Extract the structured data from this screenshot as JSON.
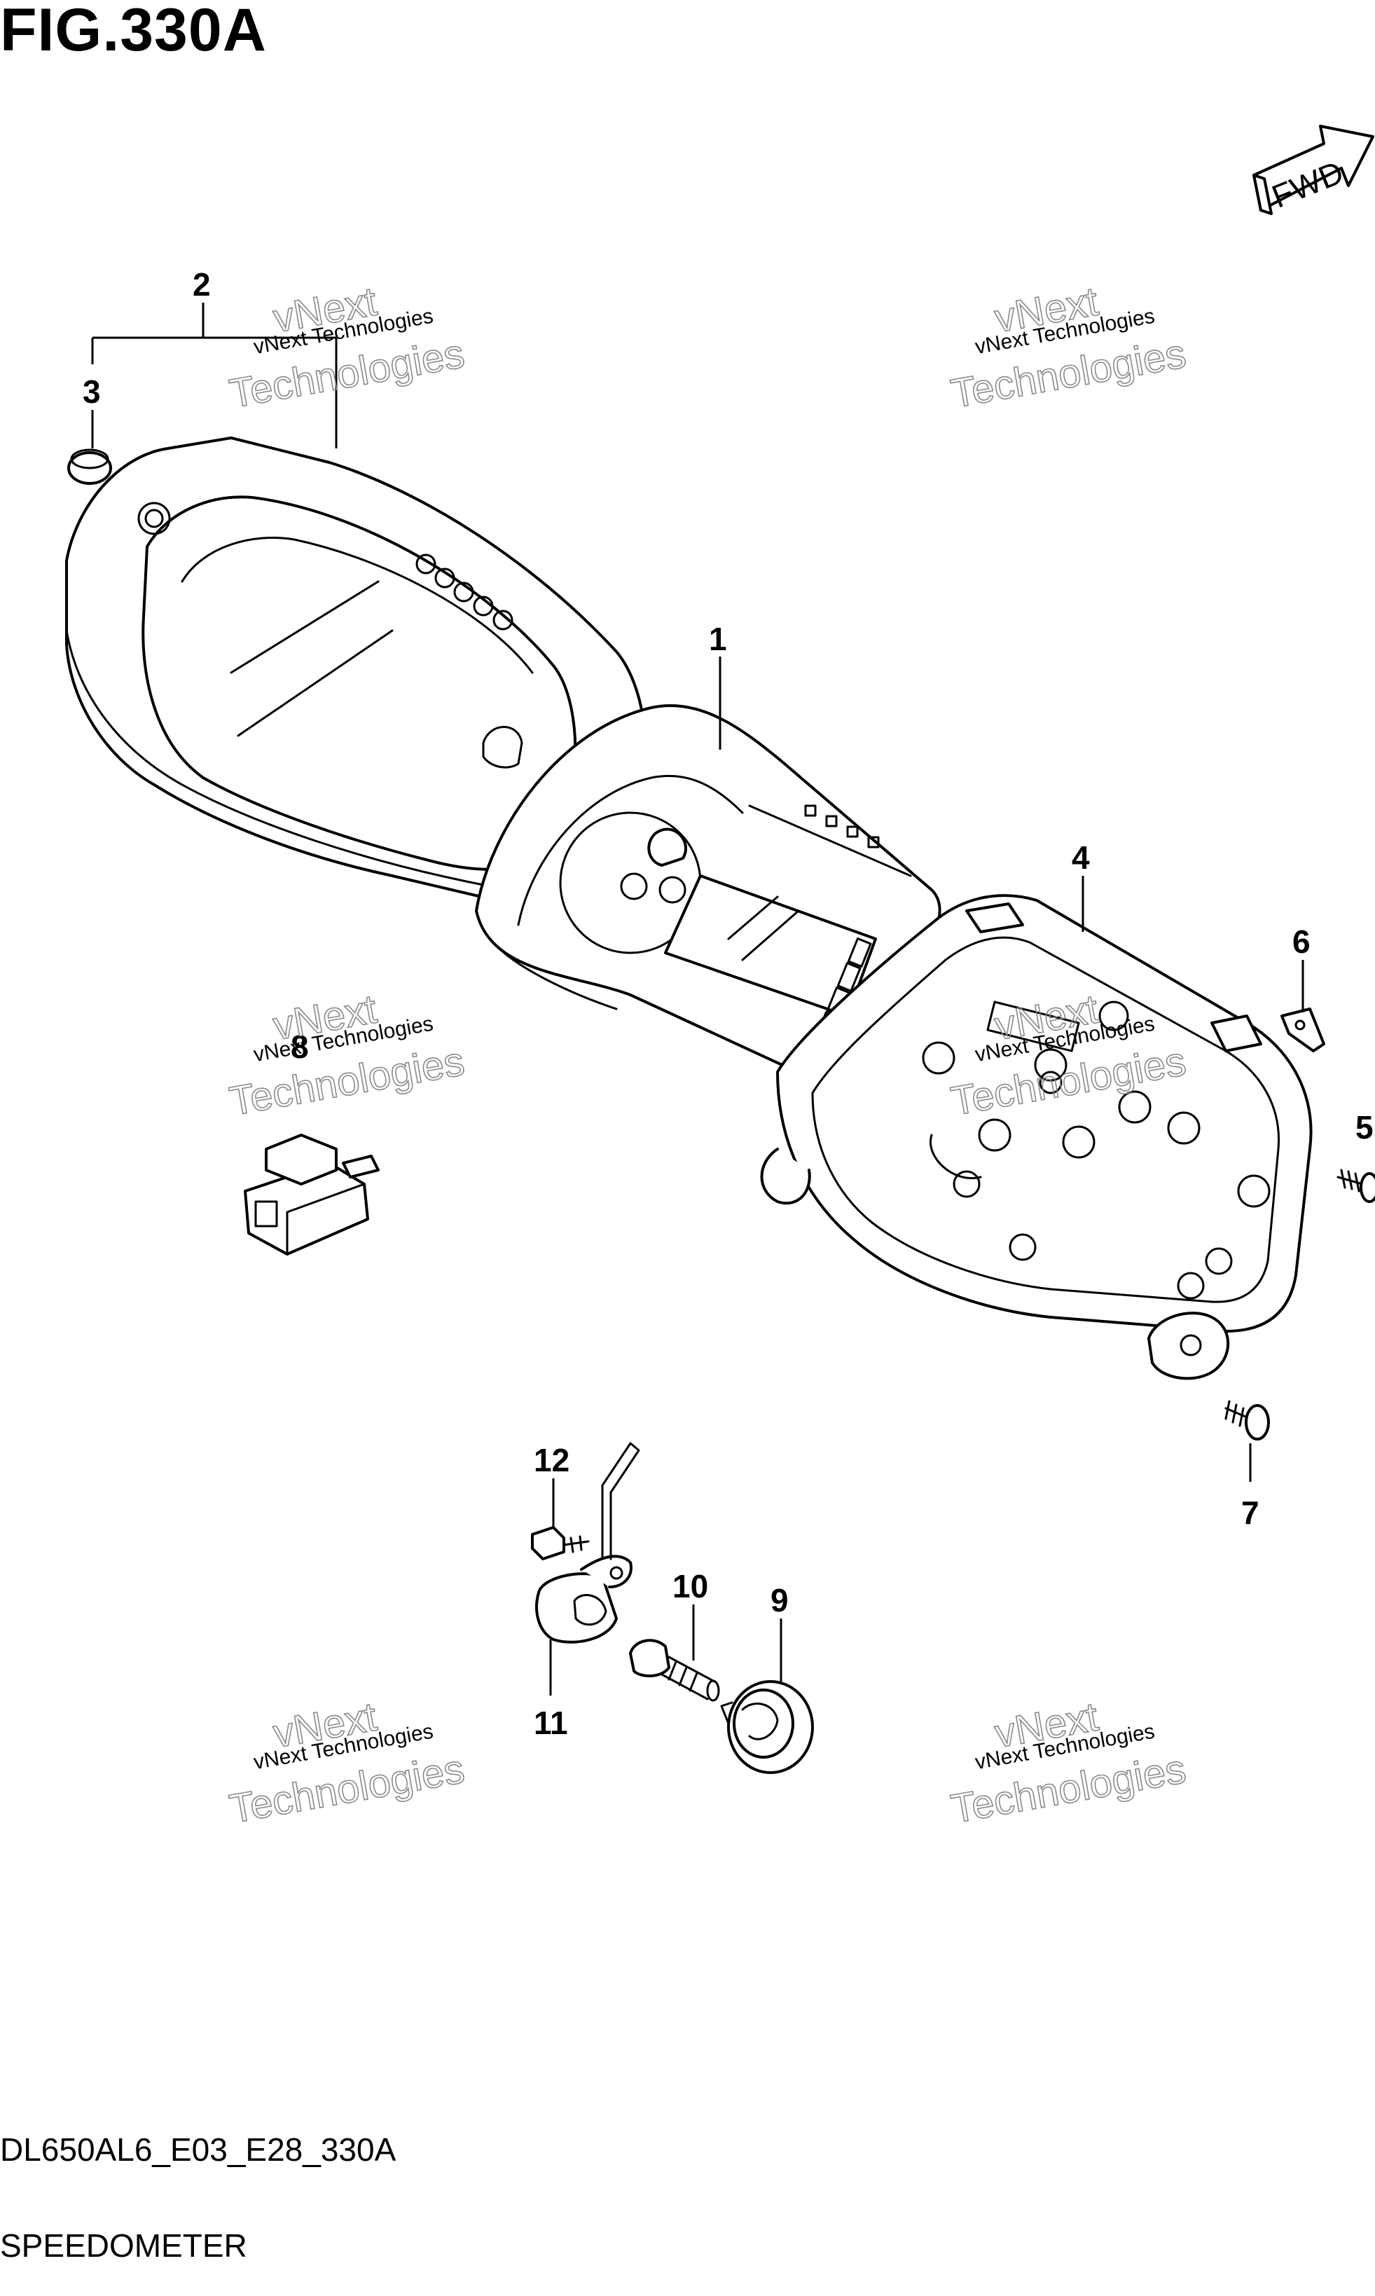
{
  "figure": {
    "title": "FIG.330A",
    "model_code": "DL650AL6_E03_E28_330A",
    "section_name": "SPEEDOMETER"
  },
  "direction_badge": "FWD",
  "watermark": {
    "line1": "vNext Technologies",
    "line2": "vNext",
    "line3": "Technologies"
  },
  "callouts": [
    "1",
    "2",
    "3",
    "4",
    "5",
    "6",
    "7",
    "8",
    "9",
    "10",
    "11",
    "12"
  ]
}
